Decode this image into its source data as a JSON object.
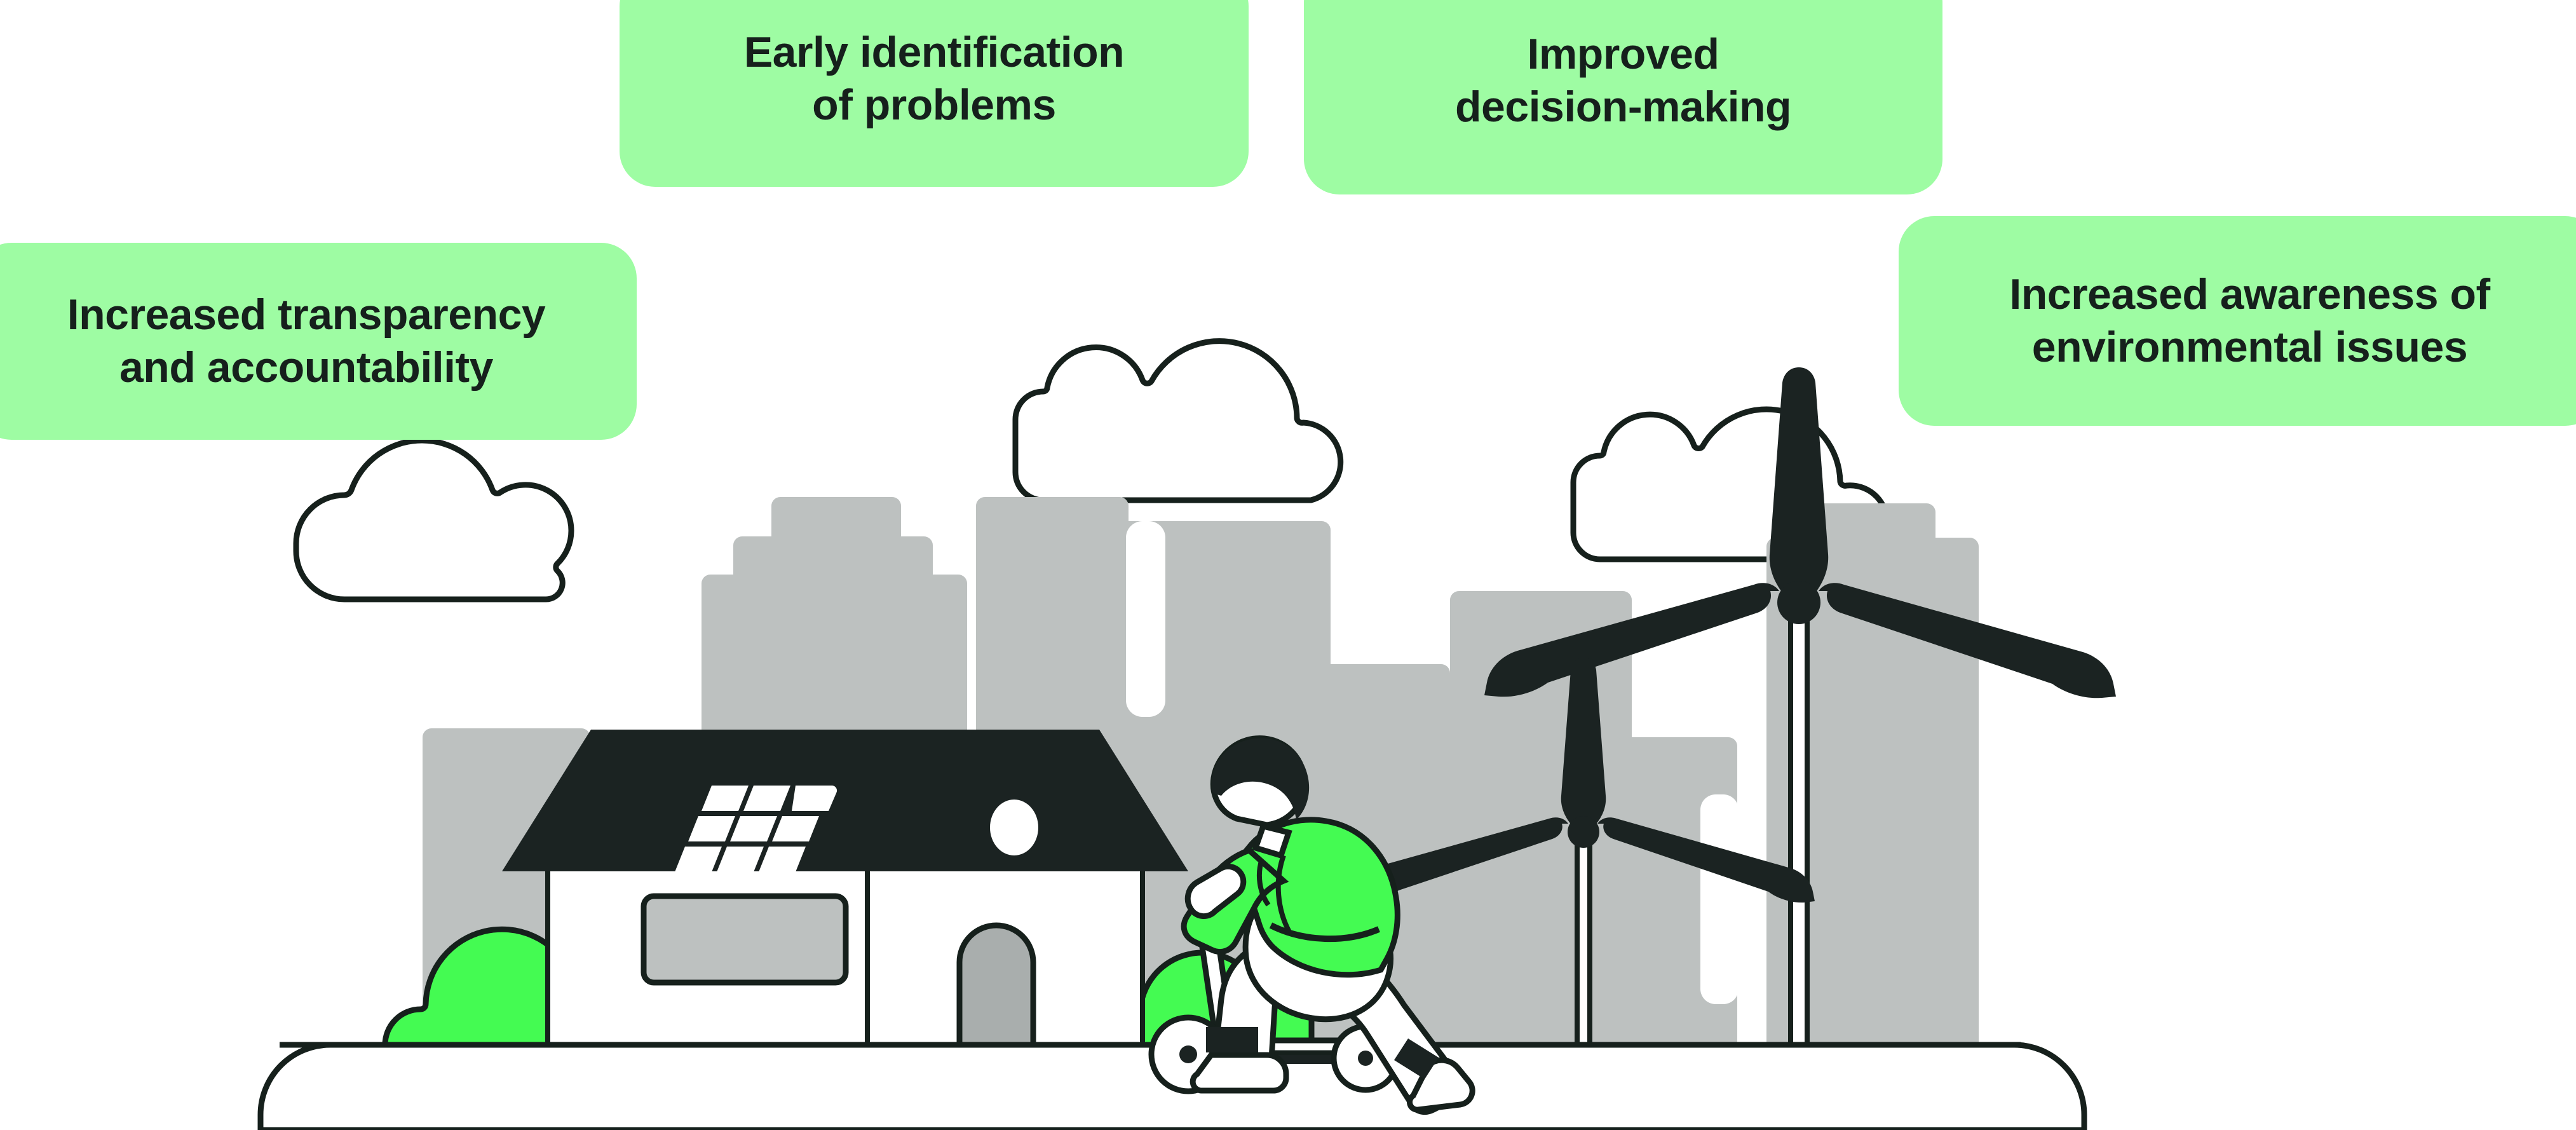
{
  "page": {
    "title": "Benefits of environmental monitoring",
    "background_color": "#FFFFFF"
  },
  "palette": {
    "pill_green": "#9EFCA3",
    "bright_green": "#44FB52",
    "ink": "#16201C",
    "building_gray": "#BDC1C0",
    "white": "#FFFFFF"
  },
  "callouts": [
    {
      "id": "transparency",
      "label": "Increased transparency\nand accountability",
      "line_1": "Increased transparency",
      "line_2": "and accountability",
      "color": "#9EFCA3"
    },
    {
      "id": "early",
      "label": "Early identification\nof problems",
      "line_1": "Early identification",
      "line_2": "of problems",
      "color": "#9EFCA3"
    },
    {
      "id": "decision",
      "label": "Improved\ndecision-making",
      "line_1": "Improved",
      "line_2": "decision-making",
      "color": "#9EFCA3"
    },
    {
      "id": "awareness",
      "label": "Increased awareness of\nenvironmental issues",
      "line_1": "Increased awareness of",
      "line_2": "environmental issues",
      "color": "#9EFCA3"
    }
  ],
  "illustration": {
    "description": "Flat illustration of an eco city: gray skyline, white house with dark roof and solar panels, green bushes, two wind turbines, three outline clouds and a person riding a kick scooter on a rounded white ground platform.",
    "elements": [
      {
        "name": "cloud-left",
        "kind": "cloud"
      },
      {
        "name": "cloud-center",
        "kind": "cloud"
      },
      {
        "name": "cloud-right",
        "kind": "cloud"
      },
      {
        "name": "skyline",
        "kind": "buildings",
        "count": 8,
        "color": "#BDC1C0"
      },
      {
        "name": "house",
        "kind": "building",
        "roof_color": "#16201C",
        "wall_color": "#FFFFFF"
      },
      {
        "name": "solar-panel",
        "kind": "roof-feature",
        "grid": "3x3"
      },
      {
        "name": "roof-window",
        "kind": "roof-feature",
        "shape": "ellipse"
      },
      {
        "name": "house-window",
        "kind": "window",
        "color": "#BDC1C0"
      },
      {
        "name": "house-door",
        "kind": "door",
        "color": "#A9AEAD"
      },
      {
        "name": "bush-left",
        "kind": "bush",
        "color": "#44FB52"
      },
      {
        "name": "bush-right",
        "kind": "bush",
        "color": "#44FB52"
      },
      {
        "name": "wind-turbine-large",
        "kind": "turbine",
        "blades": 3
      },
      {
        "name": "wind-turbine-small",
        "kind": "turbine",
        "blades": 3
      },
      {
        "name": "scooter-rider",
        "kind": "person",
        "jacket_color": "#44FB52"
      },
      {
        "name": "kick-scooter",
        "kind": "vehicle",
        "wheels": 2
      },
      {
        "name": "ground-platform",
        "kind": "ground"
      }
    ]
  }
}
